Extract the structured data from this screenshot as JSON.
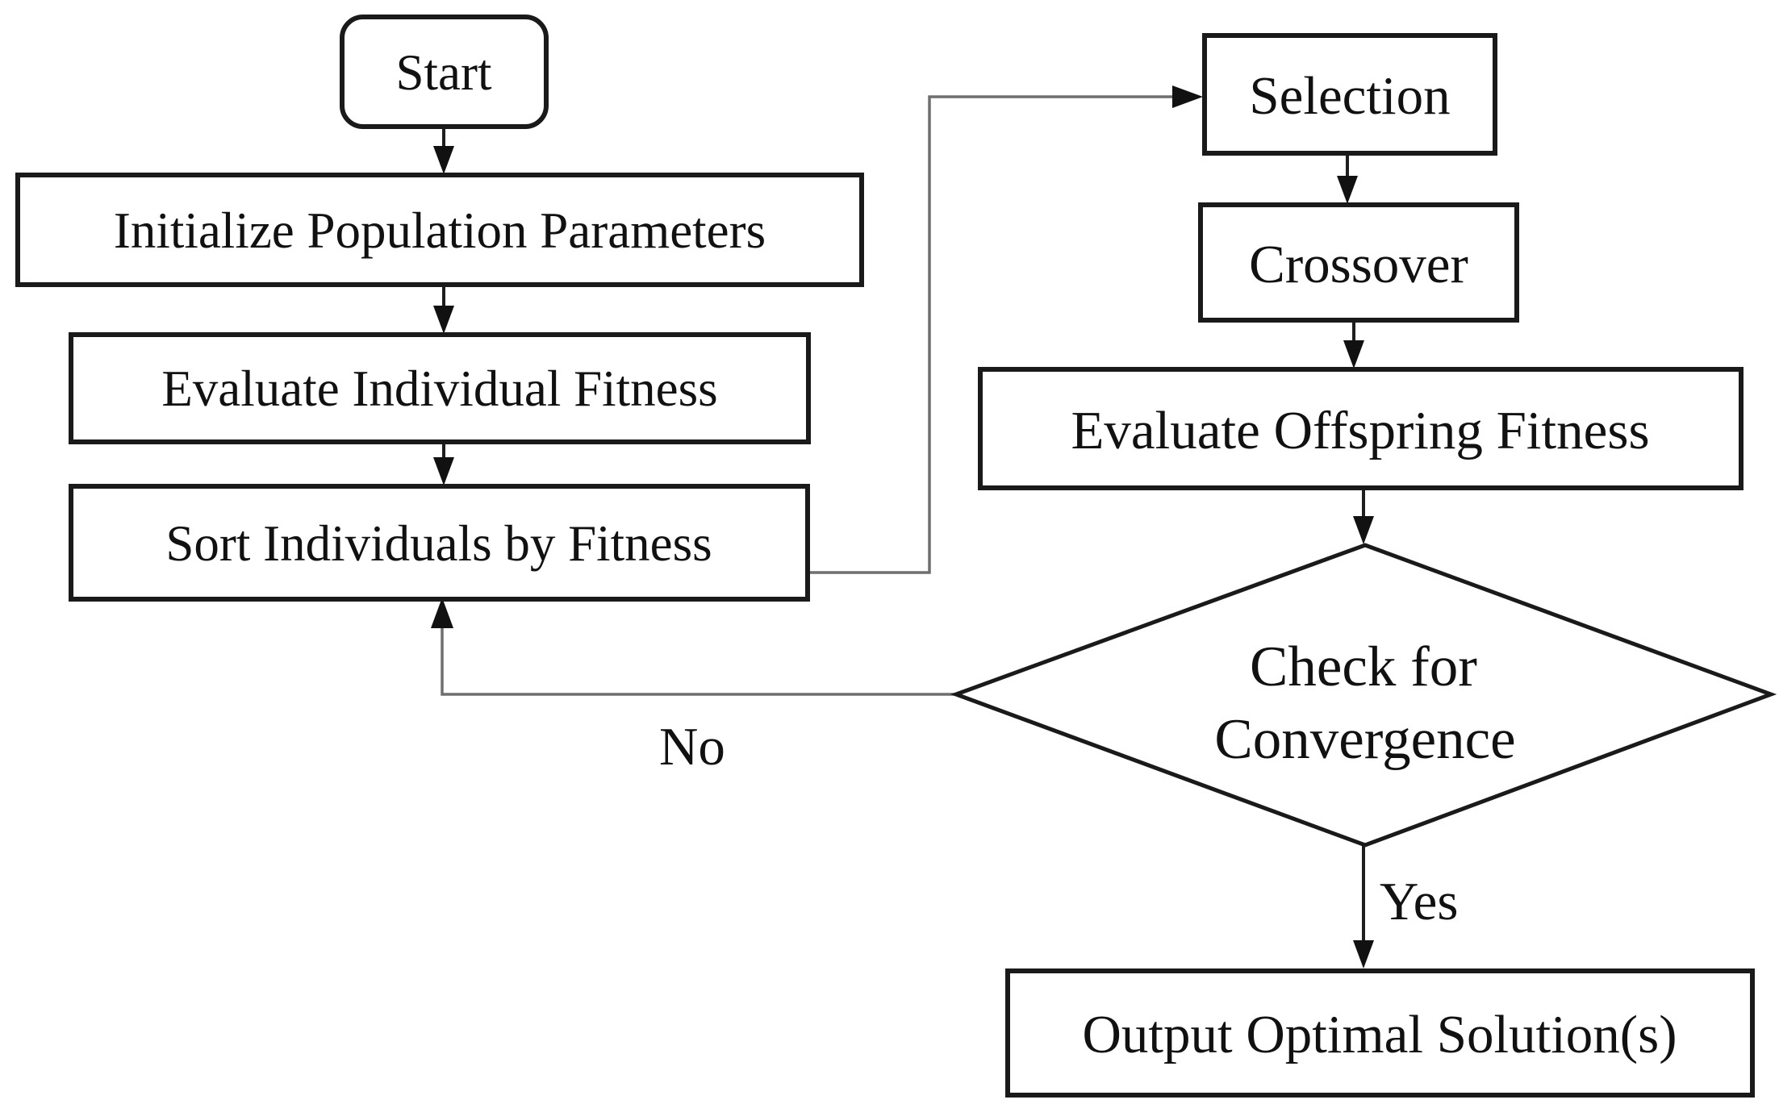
{
  "diagram": {
    "type": "flowchart",
    "nodes": {
      "start": {
        "label": "Start",
        "shape": "rounded-rectangle"
      },
      "initialize": {
        "label": "Initialize Population Parameters",
        "shape": "rectangle"
      },
      "evaluate_individual": {
        "label": "Evaluate Individual Fitness",
        "shape": "rectangle"
      },
      "sort": {
        "label": "Sort Individuals by Fitness",
        "shape": "rectangle"
      },
      "selection": {
        "label": "Selection",
        "shape": "rectangle"
      },
      "crossover": {
        "label": "Crossover",
        "shape": "rectangle"
      },
      "evaluate_offspring": {
        "label": "Evaluate Offspring Fitness",
        "shape": "rectangle"
      },
      "check_convergence": {
        "line1": "Check for",
        "line2": "Convergence",
        "shape": "diamond"
      },
      "output": {
        "label": "Output Optimal Solution(s)",
        "shape": "rectangle"
      }
    },
    "edge_labels": {
      "yes": "Yes",
      "no": "No"
    },
    "edges": [
      {
        "from": "start",
        "to": "initialize",
        "label": ""
      },
      {
        "from": "initialize",
        "to": "evaluate_individual",
        "label": ""
      },
      {
        "from": "evaluate_individual",
        "to": "sort",
        "label": ""
      },
      {
        "from": "sort",
        "to": "selection",
        "label": ""
      },
      {
        "from": "selection",
        "to": "crossover",
        "label": ""
      },
      {
        "from": "crossover",
        "to": "evaluate_offspring",
        "label": ""
      },
      {
        "from": "evaluate_offspring",
        "to": "check_convergence",
        "label": ""
      },
      {
        "from": "check_convergence",
        "to": "output",
        "label": "Yes"
      },
      {
        "from": "check_convergence",
        "to": "sort",
        "label": "No"
      }
    ],
    "colors": {
      "node_stroke": "#1a1a1a",
      "connector": "#6f6f6f",
      "text": "#111111",
      "background": "#ffffff"
    }
  }
}
